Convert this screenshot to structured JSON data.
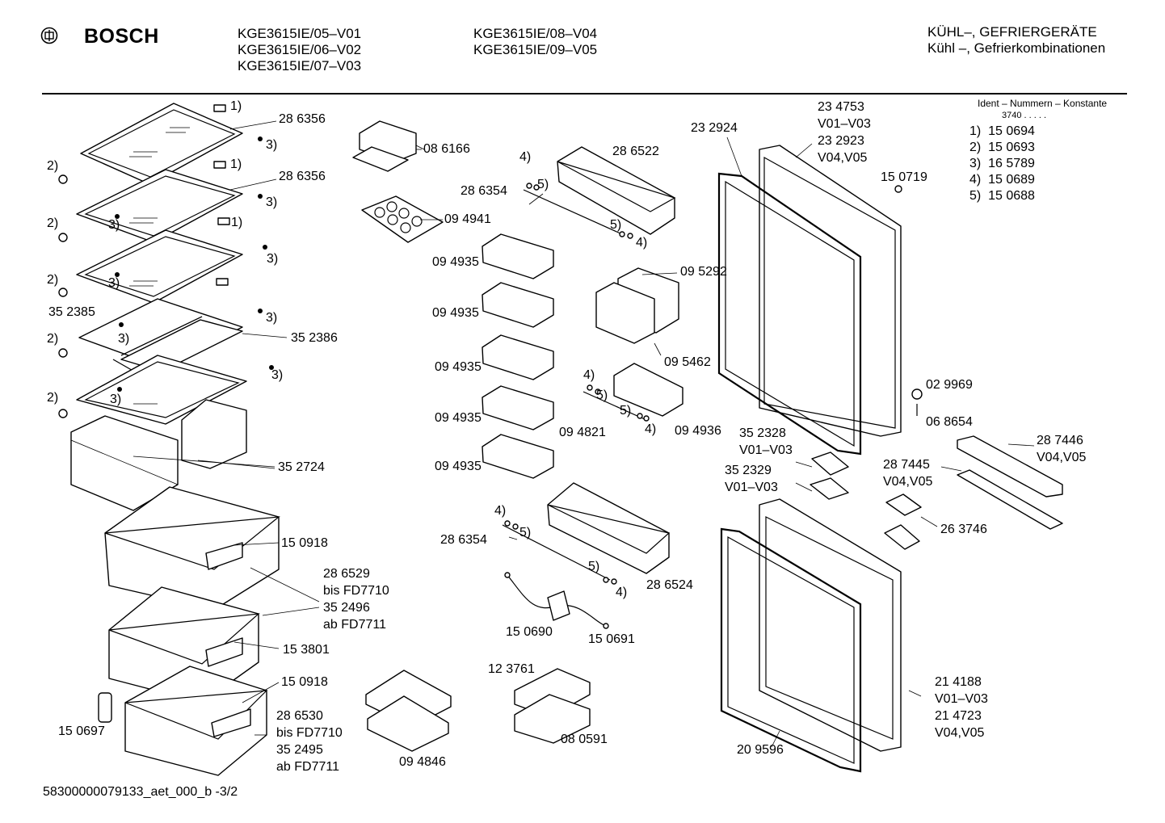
{
  "header": {
    "brand": "BOSCH",
    "models_col1": [
      "KGE3615IE/05–V01",
      "KGE3615IE/06–V02",
      "KGE3615IE/07–V03"
    ],
    "models_col2": [
      "KGE3615IE/08–V04",
      "KGE3615IE/09–V05"
    ],
    "category": [
      "KÜHL–, GEFRIERGERÄTE",
      "Kühl –, Gefrierkombinationen"
    ]
  },
  "legend": {
    "title": "Ident – Nummern – Konstante",
    "code": "3740 . . . . .",
    "items": [
      "1)  15 0694",
      "2)  15 0693",
      "3)  16 5789",
      "4)  15 0689",
      "5)  15 0688"
    ]
  },
  "footer": {
    "doc_id": "58300000079133_aet_000_b -3/2"
  },
  "labels": {
    "shelf_top": "28 6356",
    "shelf_2": "28 6356",
    "shelf_split_l": "35 2385",
    "shelf_split_r": "35 2386",
    "bin_pair": "35 2724",
    "crisper_1": "15 0918",
    "crisper_2a": "28 6529",
    "crisper_2b": "bis FD7710",
    "crisper_2c": "35 2496",
    "crisper_2d": "ab FD7711",
    "crisper_2e": "15 3801",
    "crisper_3": "15 0918",
    "crisper_3a": "28 6530",
    "crisper_3b": "bis FD7710",
    "crisper_3c": "35 2495",
    "crisper_3d": "ab FD7711",
    "handle": "15 0697",
    "butter_box": "08 6166",
    "egg_tray": "09 4941",
    "door_shelf_1": "09 4935",
    "door_shelf_2": "09 4935",
    "door_shelf_3": "09 4935",
    "door_shelf_4": "09 4935",
    "door_shelf_5": "09 4935",
    "top_door_bin": "28 6522",
    "wire_1": "28 6354",
    "box_a": "09 5292",
    "box_b": "09 5462",
    "small_bin": "09 4936",
    "wire_2": "09 4821",
    "lower_door_bin": "28 6524",
    "wire_3": "28 6354",
    "sensor_a": "15 0690",
    "sensor_b": "15 0691",
    "ice_tray": "12 3761",
    "ice_box": "08 0591",
    "cold_packs": "09 4846",
    "gasket_top": "23 2924",
    "door_top_a": "23 4753",
    "door_top_b": "V01–V03",
    "door_top_c": "23 2923",
    "door_top_d": "V04,V05",
    "plug": "15 0719",
    "cap": "02 9969",
    "screw": "06 8654",
    "cover_a1": "35 2328",
    "cover_a2": "V01–V03",
    "cover_b1": "35 2329",
    "cover_b2": "V01–V03",
    "rail_a1": "28 7446",
    "rail_a2": "V04,V05",
    "rail_b1": "28 7445",
    "rail_b2": "V04,V05",
    "hinge": "26 3746",
    "door_bot_a": "21 4188",
    "door_bot_b": "V01–V03",
    "door_bot_c": "21 4723",
    "door_bot_d": "V04,V05",
    "gasket_bot": "20 9596"
  },
  "callouts": {
    "c1": "1)",
    "c2": "1)",
    "c3": "1)",
    "c4": "2)",
    "c5": "2)",
    "c6": "2)",
    "c7": "2)",
    "c8": "2)",
    "c9": "3)",
    "c10": "3)",
    "c11": "3)",
    "c12": "3)",
    "c13": "3)",
    "c14": "3)",
    "c15": "3)",
    "c16": "3)",
    "c17": "3)",
    "c18": "3)",
    "c19": "4)",
    "c20": "5)",
    "c21": "5)",
    "c22": "4)",
    "c23": "4)",
    "c24": "5)",
    "c25": "5)",
    "c26": "4)",
    "c27": "4)",
    "c28": "5)",
    "c29": "5)",
    "c30": "4)"
  }
}
